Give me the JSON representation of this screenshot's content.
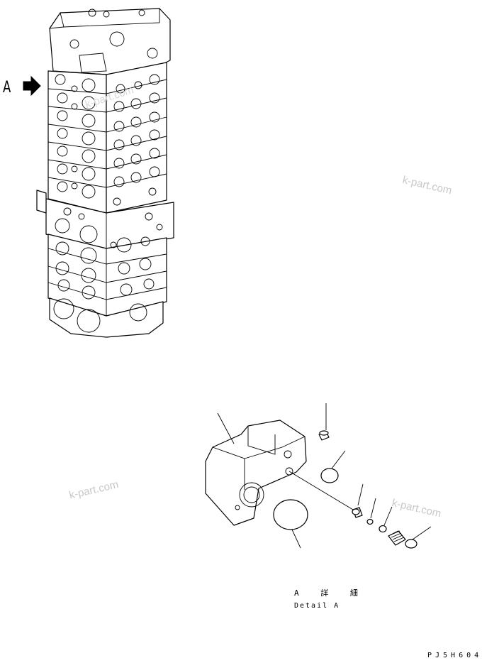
{
  "view_label": "A",
  "caption": {
    "japanese": "A 詳 細",
    "english": "Detail A"
  },
  "figure_code": "PJ5H604",
  "watermark": "k-part.com",
  "colors": {
    "ink": "#000000",
    "background": "#ffffff",
    "watermark": "#c8c8c8"
  },
  "icons": {
    "pointer": "arrow-right-icon"
  }
}
